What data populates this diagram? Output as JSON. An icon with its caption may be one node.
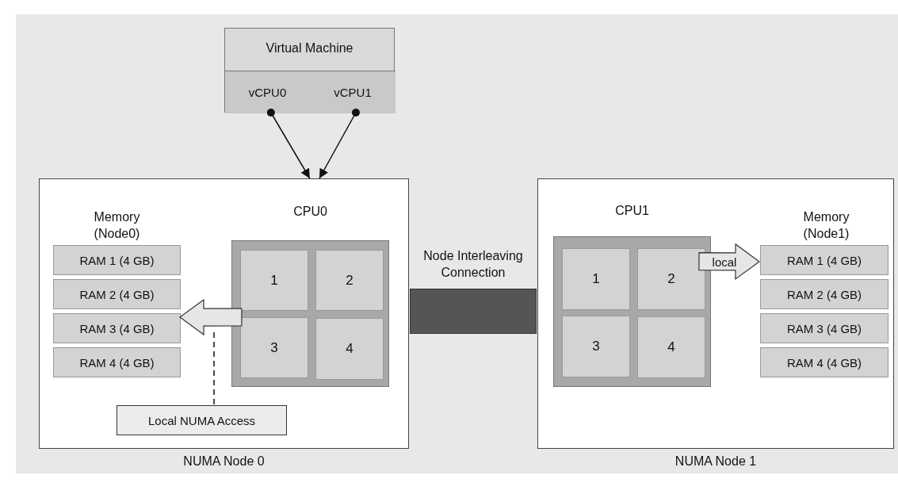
{
  "diagram": {
    "nodes": [
      {
        "text": [
          "Virtual Machine"
        ]
      },
      {
        "text": [
          "vCPU0"
        ],
        "in": 0
      },
      {
        "text": [
          "vCPU1"
        ],
        "in": 0
      },
      {
        "text": [
          "NUMA Node 0"
        ]
      },
      {
        "text": [
          "CPU0"
        ],
        "in": 3
      },
      {
        "text": [
          "1"
        ],
        "in": 4
      },
      {
        "text": [
          "2"
        ],
        "in": 4
      },
      {
        "text": [
          "3"
        ],
        "in": 4
      },
      {
        "text": [
          "4"
        ],
        "in": 4
      },
      {
        "text": [
          "RAM 1 (4 GB)"
        ],
        "in": 3
      },
      {
        "text": [
          "RAM 2 (4 GB)"
        ],
        "in": 3
      },
      {
        "text": [
          "RAM 3 (4 GB)"
        ],
        "in": 3
      },
      {
        "text": [
          "RAM 4 (4 GB)"
        ],
        "in": 3
      },
      {
        "text": [
          "Local NUMA Access"
        ],
        "in": 3
      },
      {
        "text": [
          "Node Interleaving Connection"
        ]
      },
      {
        "text": [
          "NUMA Node 1"
        ]
      },
      {
        "text": [
          "CPU1"
        ],
        "in": 15
      },
      {
        "text": [
          "1"
        ],
        "in": 16
      },
      {
        "text": [
          "2"
        ],
        "in": 16
      },
      {
        "text": [
          "3"
        ],
        "in": 16
      },
      {
        "text": [
          "4"
        ],
        "in": 16
      },
      {
        "text": [
          "RAM 1 (4 GB)"
        ],
        "in": 15
      },
      {
        "text": [
          "RAM 2 (4 GB)"
        ],
        "in": 15
      },
      {
        "text": [
          "RAM 3 (4 GB)"
        ],
        "in": 15
      },
      {
        "text": [
          "RAM 4 (4 GB)"
        ],
        "in": 15
      }
    ],
    "edges": [
      {
        "from": 1,
        "to": 3,
        "arrow": "to"
      },
      {
        "from": 2,
        "to": 3,
        "arrow": "to"
      },
      {
        "from": 4,
        "to": 11,
        "arrow": "to",
        "style": "thick"
      },
      {
        "from": 18,
        "to": 21,
        "arrow": "to",
        "style": "thick",
        "label": "local"
      },
      {
        "from": 13,
        "to": null,
        "arrow": "none",
        "style": "dashed"
      }
    ],
    "labels": [
      "Memory (Node0)",
      "Memory (Node1)"
    ]
  }
}
